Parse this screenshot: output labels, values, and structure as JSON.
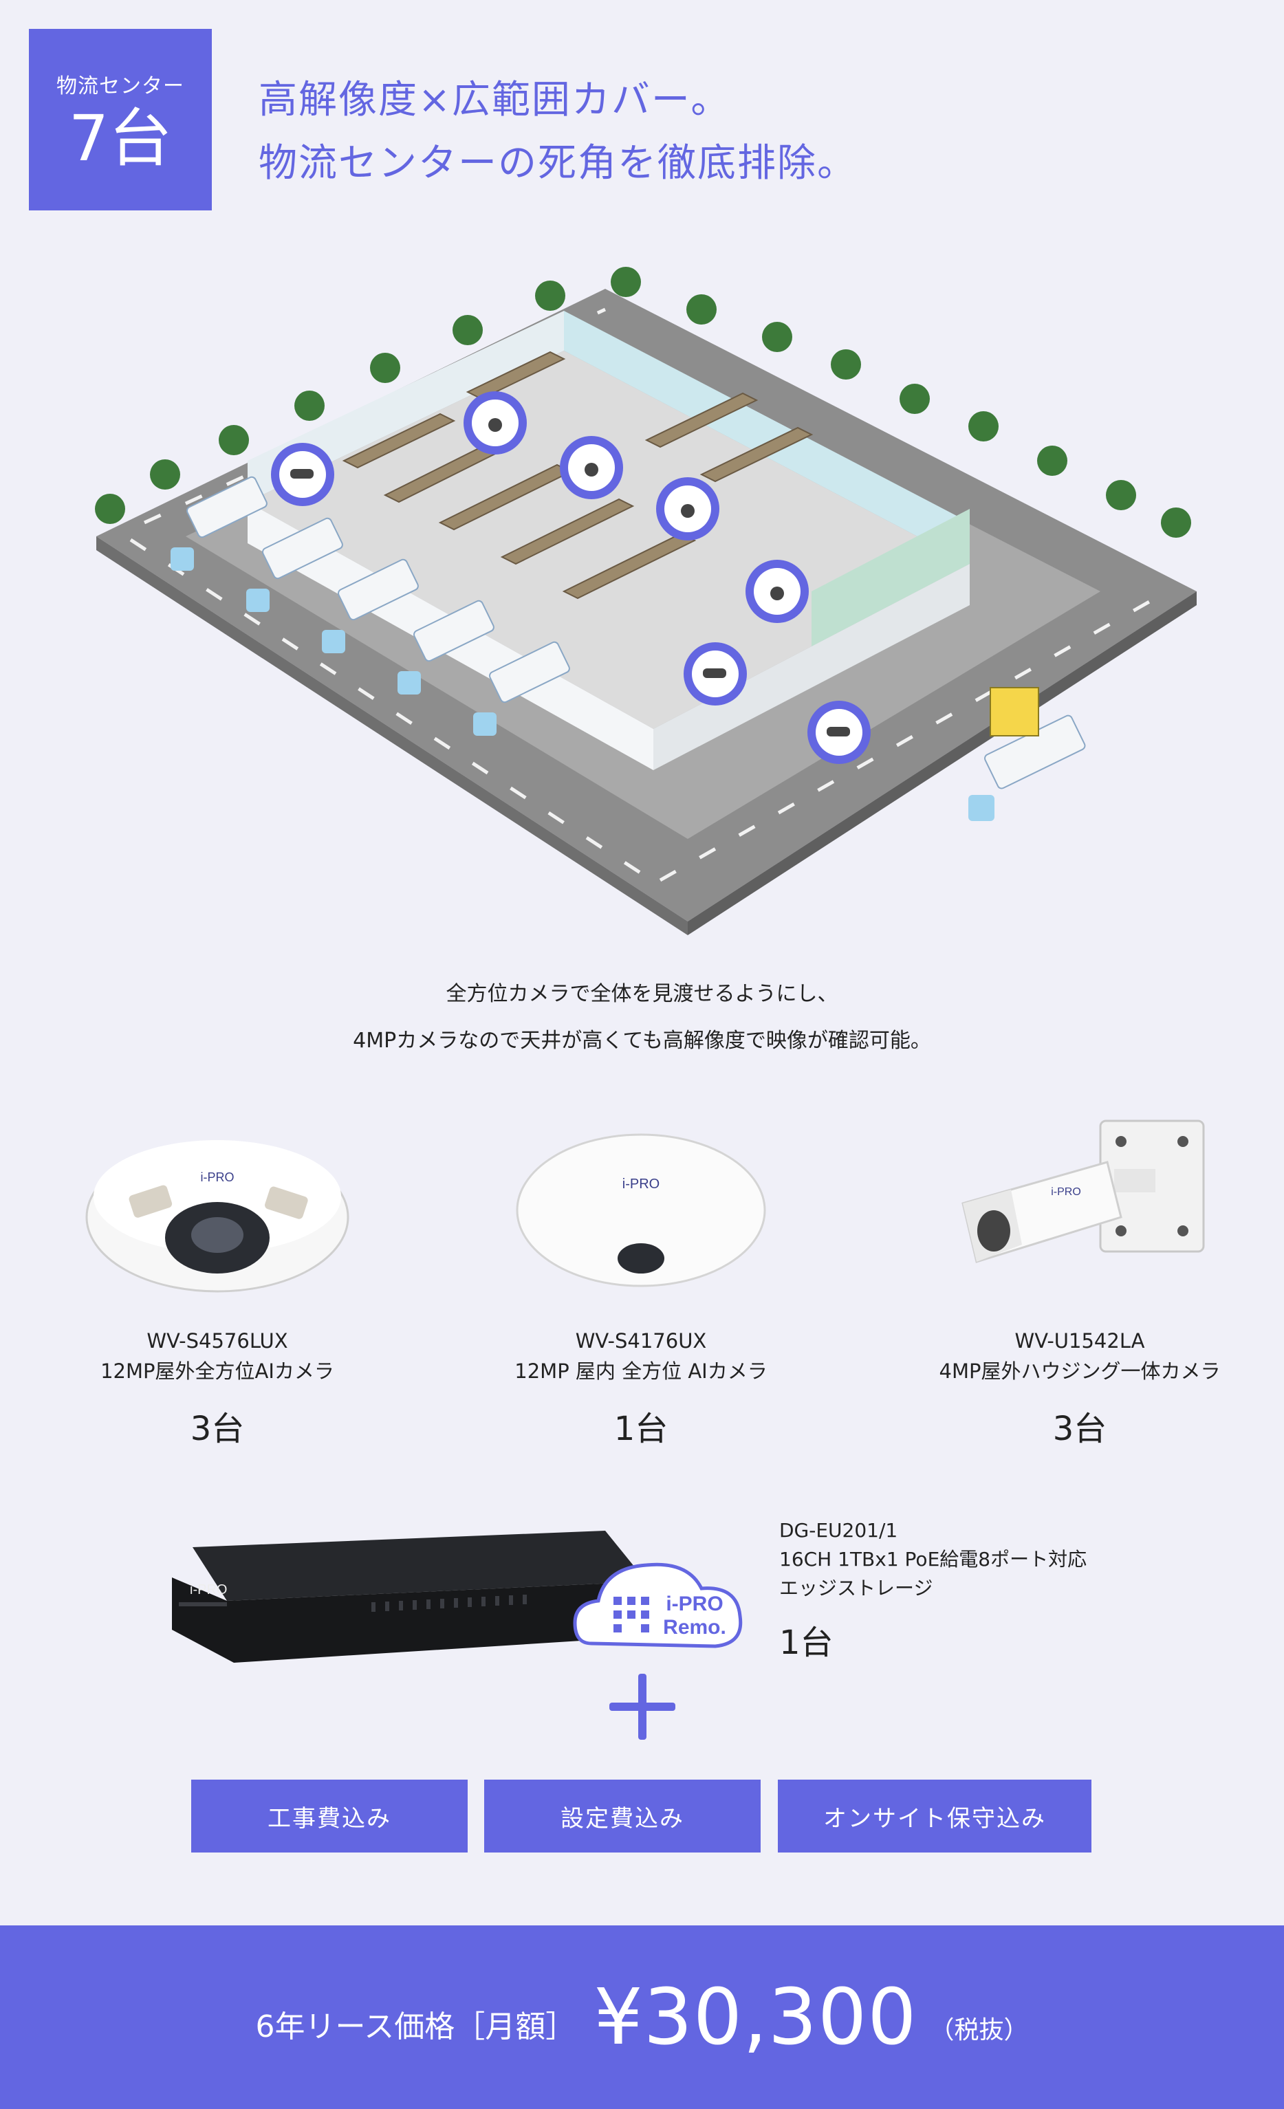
{
  "header": {
    "badge_label": "物流センター",
    "badge_count": "7台",
    "headline_line1": "高解像度×広範囲カバー。",
    "headline_line2": "物流センターの死角を徹底排除。"
  },
  "caption": {
    "line1": "全方位カメラで全体を見渡せるようにし、",
    "line2": "4MPカメラなので天井が高くても高解像度で映像が確認可能。"
  },
  "products": [
    {
      "model": "WV-S4576LUX",
      "desc": "12MP屋外全方位AIカメラ",
      "qty": "3台",
      "brand": "i-PRO"
    },
    {
      "model": "WV-S4176UX",
      "desc": "12MP 屋内 全方位 AIカメラ",
      "qty": "1台",
      "brand": "i-PRO"
    },
    {
      "model": "WV-U1542LA",
      "desc": "4MP屋外ハウジング一体カメラ",
      "qty": "3台",
      "brand": "i-PRO"
    }
  ],
  "storage": {
    "model": "DG-EU201/1",
    "desc1": "16CH 1TBx1 PoE給電8ポート対応",
    "desc2": "エッジストレージ",
    "qty": "1台",
    "brand": "i-PRO",
    "cloud_line1": "i-PRO",
    "cloud_line2": "Remo."
  },
  "tags": [
    "工事費込み",
    "設定費込み",
    "オンサイト保守込み"
  ],
  "footer": {
    "label": "6年リース価格［月額］",
    "price": "¥30,300",
    "tax": "（税抜）"
  },
  "colors": {
    "accent": "#6366e1",
    "background": "#f0f0f8"
  }
}
